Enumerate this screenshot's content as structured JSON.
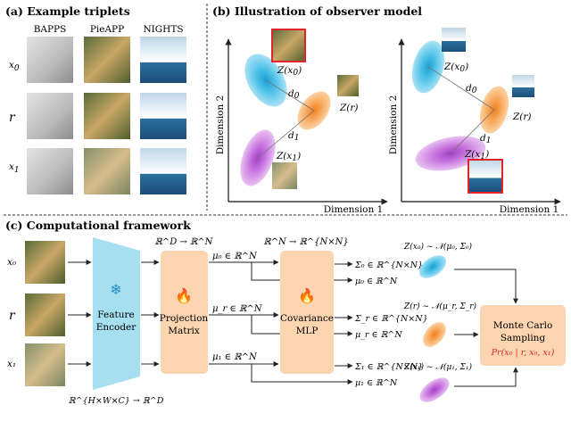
{
  "panel_a": {
    "title": "(a) Example triplets",
    "columns": [
      "BAPPS",
      "PieAPP",
      "NIGHTS"
    ],
    "rows": [
      "x",
      "r",
      "x"
    ],
    "row_subscripts": [
      "0",
      "",
      "1"
    ]
  },
  "panel_b": {
    "title": "(b) Illustration of observer model",
    "axis_y": "Dimension 2",
    "axis_x": "Dimension 1",
    "z_x0": "Z(x",
    "z_x0_sub": "0",
    "z_r": "Z(r)",
    "z_x1": "Z(x",
    "z_x1_sub": "1",
    "d0": "d",
    "d0_sub": "0",
    "d1": "d",
    "d1_sub": "1"
  },
  "panel_c": {
    "title": "(c) Computational framework",
    "inputs": [
      "x₀",
      "r",
      "x₁"
    ],
    "encoder_label": [
      "Feature",
      "Encoder"
    ],
    "encoder_dim": "ℝ^{H×W×C} → ℝ^D",
    "projection_dim": "ℝ^D → ℝ^N",
    "projection_label": [
      "Projection",
      "Matrix"
    ],
    "covariance_dim": "ℝ^N → ℝ^{N×N}",
    "covariance_label": [
      "Covariance",
      "MLP"
    ],
    "mu_out": [
      "μ₀ ∈ ℝ^N",
      "μ_r ∈ ℝ^N",
      "μ₁ ∈ ℝ^N"
    ],
    "sigma_out": [
      "Σ₀ ∈ ℝ^{N×N}",
      "Σ_r ∈ ℝ^{N×N}",
      "Σ₁ ∈ ℝ^{N×N}"
    ],
    "mu_pass": [
      "μ₀ ∈ ℝ^N",
      "μ_r ∈ ℝ^N",
      "μ₁ ∈ ℝ^N"
    ],
    "dist": [
      "Z(x₀) ∼ 𝒩(μ₀, Σ₀)",
      "Z(r) ∼ 𝒩(μ_r, Σ_r)",
      "Z(x₁) ∼ 𝒩(μ₁, Σ₁)"
    ],
    "sampling_label": [
      "Monte Carlo",
      "Sampling"
    ],
    "sampling_output": "Pr(x₀ | r, x₀, x₁)"
  },
  "colors": {
    "cyan": "#3fb8e0",
    "orange": "#f5a04a",
    "purple": "#c06ad8",
    "encoder": "#a6dff0",
    "box": "#fbd4b0",
    "red_frame": "#e0242b"
  }
}
